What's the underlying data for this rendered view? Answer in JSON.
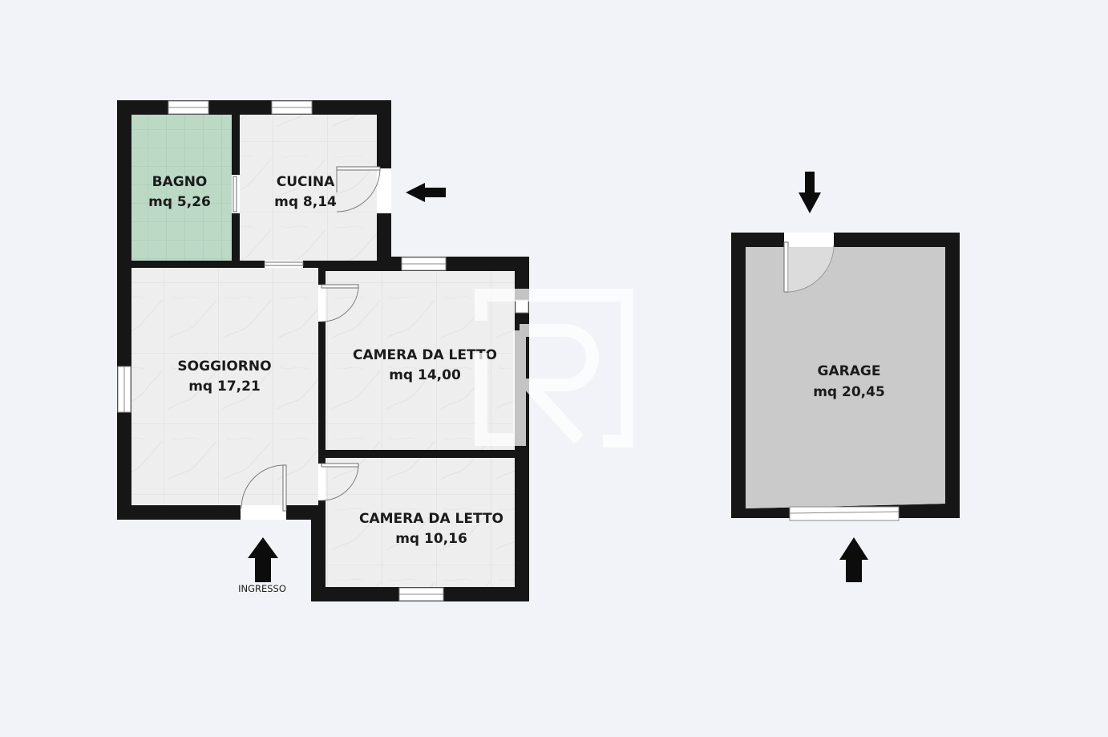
{
  "rooms": {
    "bagno": {
      "name": "BAGNO",
      "area": "mq 5,26"
    },
    "cucina": {
      "name": "CUCINA",
      "area": "mq 8,14"
    },
    "soggiorno": {
      "name": "SOGGIORNO",
      "area": "mq 17,21"
    },
    "camera1": {
      "name": "CAMERA DA LETTO",
      "area": "mq 14,00"
    },
    "camera2": {
      "name": "CAMERA DA LETTO",
      "area": "mq 10,16"
    },
    "garage": {
      "name": "GARAGE",
      "area": "mq 20,45"
    }
  },
  "entrance": {
    "label": "INGRESSO"
  },
  "colors": {
    "background": "#f2f3f8",
    "wall": "#161616",
    "bathroom_tile": "#bcd9c6",
    "marble_floor": "#eeeeee",
    "garage_floor": "#cacaca",
    "watermark": "#ffffff"
  },
  "icons": {
    "entrance_arrow": "arrow-up-icon",
    "kitchen_arrow": "arrow-left-icon",
    "garage_top_arrow": "arrow-down-icon",
    "garage_bottom_arrow": "arrow-up-icon"
  }
}
